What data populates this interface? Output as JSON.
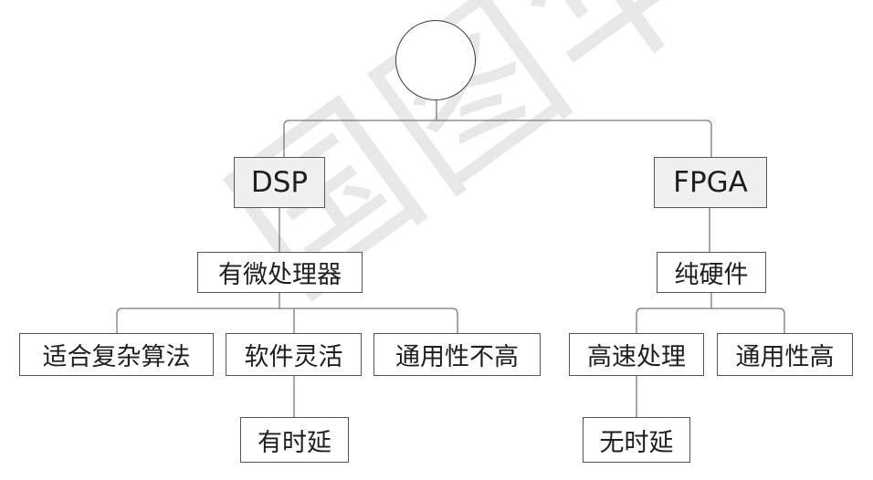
{
  "watermark": "国图华",
  "root": {
    "label": ""
  },
  "branches": [
    {
      "label": "DSP",
      "trait": "有微处理器",
      "children": [
        {
          "label": "适合复杂算法"
        },
        {
          "label": "软件灵活",
          "child": "有时延"
        },
        {
          "label": "通用性不高"
        }
      ]
    },
    {
      "label": "FPGA",
      "trait": "纯硬件",
      "children": [
        {
          "label": "高速处理",
          "child": "无时延"
        },
        {
          "label": "通用性高"
        }
      ]
    }
  ],
  "colors": {
    "line": "#7a7a7a",
    "box_border": "#555555",
    "header_fill": "#f0f0f0",
    "watermark": "#e8e8e8"
  }
}
